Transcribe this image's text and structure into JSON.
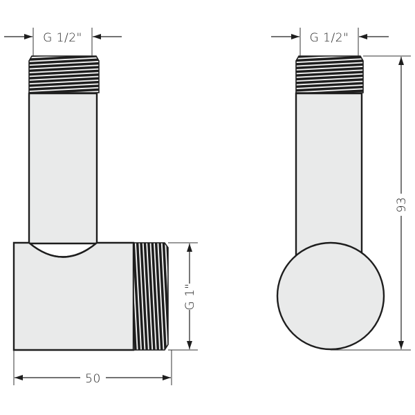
{
  "drawing": {
    "type": "technical-drawing",
    "subject": "elbow pipe fitting, two orthographic views",
    "colors": {
      "background": "#ffffff",
      "fill": "#e9eaea",
      "stroke": "#1e1e1e"
    },
    "left_view": {
      "top_thread_label": "G 1/2\"",
      "side_thread_label": "G 1\"",
      "width_label": "50"
    },
    "right_view": {
      "top_thread_label": "G 1/2\"",
      "height_label": "93"
    }
  }
}
